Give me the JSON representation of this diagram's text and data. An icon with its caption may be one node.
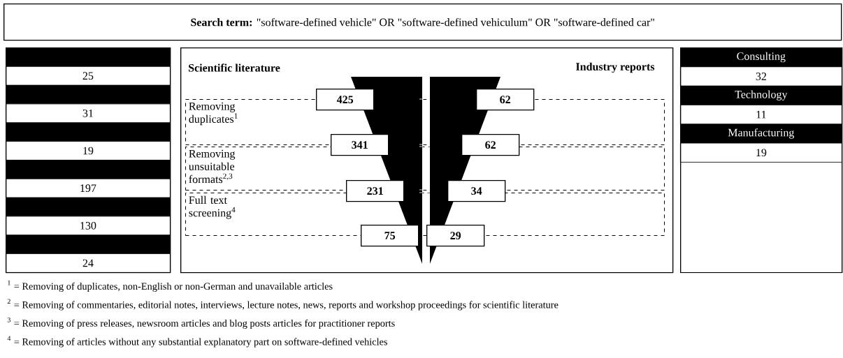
{
  "diagram": {
    "nodes": [
      {
        "text": [
          "**Search term:** \"software-defined vehicle\" OR \"software-defined vehiculum\" OR \"software-defined car\""
        ]
      },
      {
        "text": [],
        "shape": "box"
      },
      {
        "text": [],
        "shape": "bar",
        "in": 1
      },
      {
        "text": [
          "25"
        ],
        "in": 1
      },
      {
        "text": [],
        "shape": "bar",
        "in": 1
      },
      {
        "text": [
          "31"
        ],
        "in": 1
      },
      {
        "text": [],
        "shape": "bar",
        "in": 1
      },
      {
        "text": [
          "19"
        ],
        "in": 1
      },
      {
        "text": [],
        "shape": "bar",
        "in": 1
      },
      {
        "text": [
          "197"
        ],
        "in": 1
      },
      {
        "text": [],
        "shape": "bar",
        "in": 1
      },
      {
        "text": [
          "130"
        ],
        "in": 1
      },
      {
        "text": [],
        "shape": "bar",
        "in": 1
      },
      {
        "text": [
          "24"
        ],
        "in": 1
      },
      {
        "text": [
          "Scientific literature",
          "Industry reports"
        ]
      },
      {
        "text": [
          "Removing duplicates$^{1}$"
        ],
        "in": 14
      },
      {
        "text": [
          "Removing unsuitable formats$^{2,3}$"
        ],
        "in": 14
      },
      {
        "text": [
          "Full text screening$^{4}$"
        ],
        "in": 14
      },
      {
        "text": [
          "425"
        ],
        "in": 14
      },
      {
        "text": [
          "62"
        ],
        "in": 14
      },
      {
        "text": [
          "341"
        ],
        "in": 14
      },
      {
        "text": [
          "62"
        ],
        "in": 14
      },
      {
        "text": [
          "231"
        ],
        "in": 14
      },
      {
        "text": [
          "34"
        ],
        "in": 14
      },
      {
        "text": [
          "75"
        ],
        "in": 14
      },
      {
        "text": [
          "29"
        ],
        "in": 14
      },
      {
        "text": [],
        "shape": "box"
      },
      {
        "text": [
          "Consulting"
        ],
        "in": 26
      },
      {
        "text": [
          "32"
        ],
        "in": 26
      },
      {
        "text": [
          "Technology"
        ],
        "in": 26
      },
      {
        "text": [
          "11"
        ],
        "in": 26
      },
      {
        "text": [
          "Manufacturing"
        ],
        "in": 26
      },
      {
        "text": [
          "19"
        ],
        "in": 26
      }
    ],
    "edges": [],
    "labels": [
      "$^{1}$ = Removing of duplicates, non-English or non-German and unavailable articles",
      "$^{2}$ = Removing of commentaries, editorial notes, interviews, lecture notes, news, reports and workshop proceedings for scientific literature",
      "$^{3}$ = Removing of press releases, newsroom articles and blog posts articles for practitioner reports",
      "$^{4}$ = Removing of articles without any substantial explanatory part on software-defined vehicles"
    ]
  }
}
